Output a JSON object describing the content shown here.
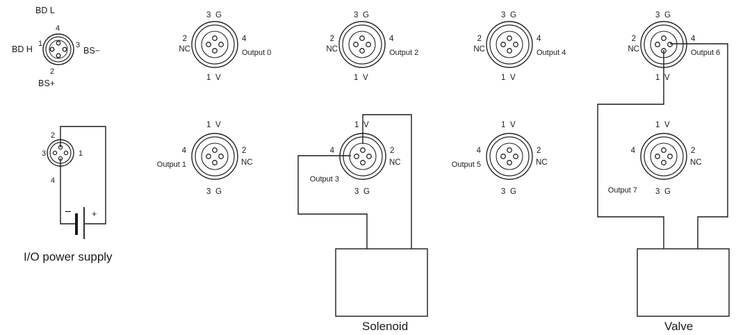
{
  "bus_connector": {
    "pin_1": "1",
    "pin_2": "2",
    "pin_3": "3",
    "pin_4": "4",
    "bd_l": "BD L",
    "bd_h": "BD H",
    "bs_minus": "BS−",
    "bs_plus": "BS+"
  },
  "power_connector": {
    "pin_1": "1",
    "pin_2": "2",
    "pin_3": "3",
    "pin_4": "4",
    "minus": "−",
    "plus": "+",
    "caption": "I/O power supply"
  },
  "output_connectors": [
    {
      "id": "out0",
      "pin_top": "3",
      "top": "G",
      "pin_bottom": "1",
      "bottom": "V",
      "pin_left": "2",
      "left": "NC",
      "pin_right": "4",
      "output": "Output 0"
    },
    {
      "id": "out2",
      "pin_top": "3",
      "top": "G",
      "pin_bottom": "1",
      "bottom": "V",
      "pin_left": "2",
      "left": "NC",
      "pin_right": "4",
      "output": "Output 2"
    },
    {
      "id": "out4",
      "pin_top": "3",
      "top": "G",
      "pin_bottom": "1",
      "bottom": "V",
      "pin_left": "2",
      "left": "NC",
      "pin_right": "4",
      "output": "Output 4"
    },
    {
      "id": "out6",
      "pin_top": "3",
      "top": "G",
      "pin_bottom": "1",
      "bottom": "V",
      "pin_left": "2",
      "left": "NC",
      "pin_right": "4",
      "output": "Output 6"
    },
    {
      "id": "out1",
      "pin_top": "1",
      "top": "V",
      "pin_bottom": "3",
      "bottom": "G",
      "pin_right": "2",
      "right": "NC",
      "pin_left": "4",
      "output": "Output 1"
    },
    {
      "id": "out3",
      "pin_top": "1",
      "top": "V",
      "pin_bottom": "3",
      "bottom": "G",
      "pin_right": "2",
      "right": "NC",
      "pin_left": "4",
      "output": "Output 3"
    },
    {
      "id": "out5",
      "pin_top": "1",
      "top": "V",
      "pin_bottom": "3",
      "bottom": "G",
      "pin_right": "2",
      "right": "NC",
      "pin_left": "4",
      "output": "Output 5"
    },
    {
      "id": "out7",
      "pin_top": "1",
      "top": "V",
      "pin_bottom": "3",
      "bottom": "G",
      "pin_right": "2",
      "right": "NC",
      "pin_left": "4",
      "output": "Output 7"
    }
  ],
  "loads": {
    "solenoid": "Solenoid",
    "valve": "Valve"
  }
}
